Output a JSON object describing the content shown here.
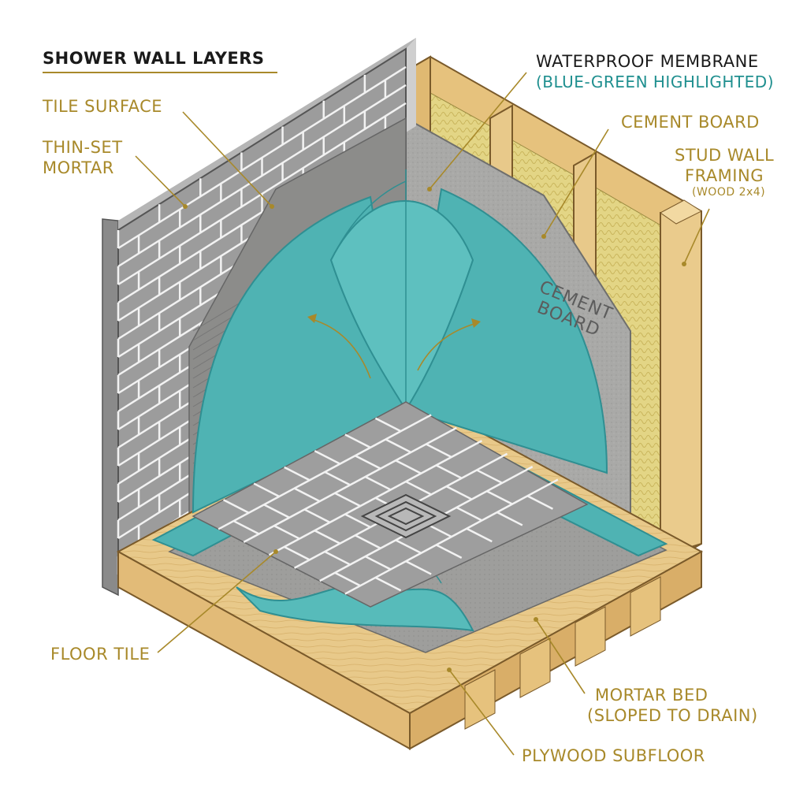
{
  "title": "SHOWER WALL LAYERS",
  "labels": {
    "tile_surface": "TILE SURFACE",
    "thinset_line1": "THIN-SET",
    "thinset_line2": "MORTAR",
    "membrane": "WATERPROOF MEMBRANE",
    "membrane_note": "(BLUE-GREEN HIGHLIGHTED)",
    "cement_board": "CEMENT BOARD",
    "stud_line1": "STUD WALL",
    "stud_line2": "FRAMING",
    "stud_note": "(WOOD 2x4)",
    "board_text_line1": "CEMENT",
    "board_text_line2": "BOARD",
    "floor_tile": "FLOOR TILE",
    "mortar_line1": "MORTAR BED",
    "mortar_line2": "(SLOPED TO DRAIN)",
    "plywood": "PLYWOOD SUBFLOOR"
  },
  "colors": {
    "label": "#a8892a",
    "title": "#1a1a1a",
    "membrane": "#4fb3b3",
    "membrane_dark": "#2f8f92",
    "membrane_text": "#1f8f8f",
    "tile": "#9a9a9a",
    "cement_board": "#a9a9a7",
    "wood": "#e8c98a",
    "insulation": "#e6d98a"
  }
}
